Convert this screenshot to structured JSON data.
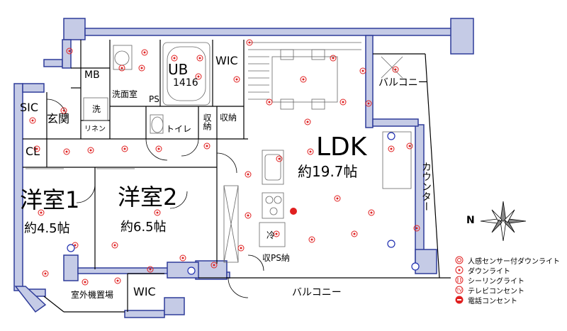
{
  "rooms": {
    "mb": "MB",
    "ub": "UB",
    "ub_size": "1416",
    "wic_top": "WIC",
    "sic": "SIC",
    "genkan": "玄関",
    "washroom": "洗面室",
    "ps_top": "PS",
    "wash": "洗",
    "linen": "リネン",
    "toilet": "トイレ",
    "storage1": "収納",
    "storage2": "収納",
    "cl": "CL",
    "ldk": "LDK",
    "ldk_size": "約19.7帖",
    "yoshitsu1": "洋室1",
    "yoshitsu1_size": "約4.5帖",
    "yoshitsu2": "洋室2",
    "yoshitsu2_size": "約6.5帖",
    "balcony_top": "バルコニー",
    "counter": "カウンター",
    "fridge": "冷",
    "storage_ps": "収PS納",
    "outdoor_unit": "室外機置場",
    "wic_bottom": "WIC",
    "balcony_bottom": "バルコニー"
  },
  "compass": {
    "north": "N"
  },
  "legend": [
    {
      "icon": "sensor-downlight-icon",
      "label": "人感センサー付ダウンライト"
    },
    {
      "icon": "downlight-icon",
      "label": "ダウンライト"
    },
    {
      "icon": "ceiling-light-icon",
      "label": "シーリングライト"
    },
    {
      "icon": "tv-outlet-icon",
      "label": "テレビコンセント"
    },
    {
      "icon": "phone-outlet-icon",
      "label": "電話コンセント"
    }
  ],
  "colors": {
    "wall_fill": "#c5cbe6",
    "wall_stroke": "#2f3c9a",
    "marker": "#e02020",
    "tv_marker": "#1f2fb0"
  }
}
